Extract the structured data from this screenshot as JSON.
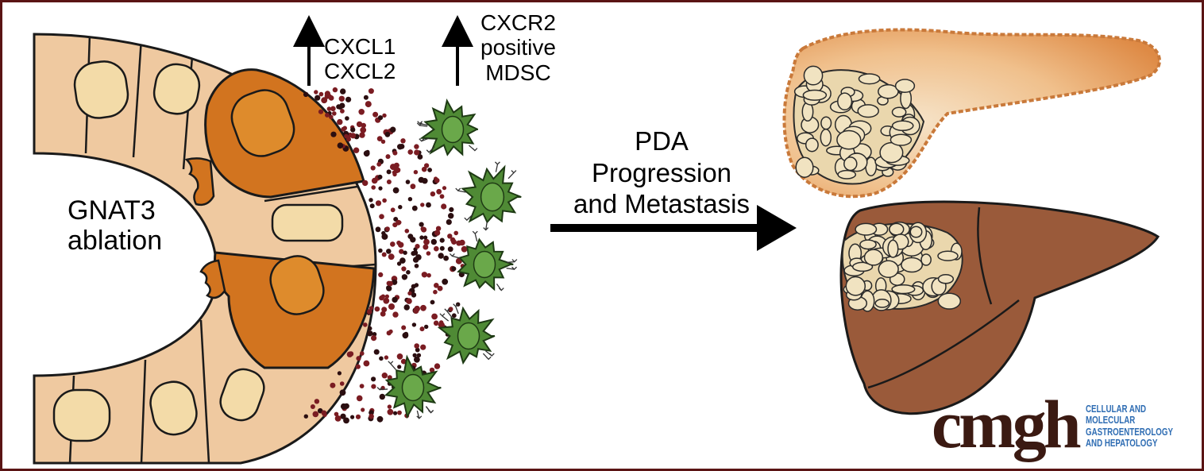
{
  "labels": {
    "cxcl": [
      "CXCL1",
      "CXCL2"
    ],
    "cxcr2": [
      "CXCR2",
      "positive",
      "MDSC"
    ],
    "ablation": [
      "GNAT3",
      "ablation"
    ],
    "progression": [
      "PDA",
      "Progression",
      "and Metastasis"
    ]
  },
  "logo": {
    "wordmark": "cmgh",
    "subtitle": [
      "CELLULAR AND",
      "MOLECULAR",
      "GASTROENTEROLOGY",
      "AND HEPATOLOGY"
    ]
  },
  "colors": {
    "frame": "#5a1414",
    "epithelium": "#efc9a0",
    "nucleus": "#f3dba8",
    "tuft_cell": "#d2741f",
    "tuft_nucleus": "#de8b2c",
    "mdsc": "#4f8a35",
    "liver": "#9a5a3a",
    "pancreas": "#e6a266",
    "tumor": "#ead7ad",
    "logo_text": "#3b1a12",
    "logo_accent": "#2f6db3"
  }
}
